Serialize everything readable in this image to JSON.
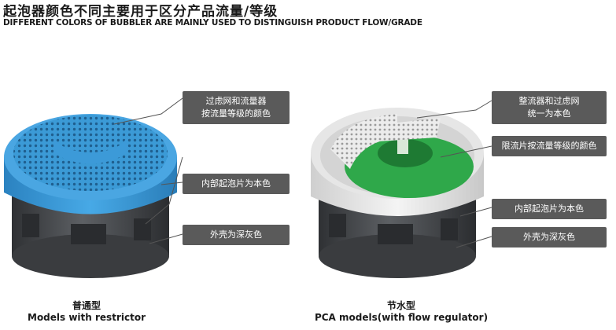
{
  "header": {
    "title_cn": "起泡器颜色不同主要用于区分产品流量/等级",
    "title_en": "DIFFERENT COLORS OF BUBBLER ARE MAINLY USED TO DISTINGUISH PRODUCT FLOW/GRADE"
  },
  "left_product": {
    "image": "bubbler-blue-icon",
    "callouts": [
      {
        "lines": [
          "过虑网和流量器",
          "按流量等级的颜色"
        ]
      },
      {
        "lines": [
          "内部起泡片为本色"
        ]
      },
      {
        "lines": [
          "外壳为深灰色"
        ]
      }
    ],
    "caption_cn": "普通型",
    "caption_en": "Models with restrictor"
  },
  "right_product": {
    "image": "bubbler-pca-green-icon",
    "callouts": [
      {
        "lines": [
          "整流器和过虑网",
          "统一为本色"
        ]
      },
      {
        "lines": [
          "限流片按流量等级的颜色"
        ]
      },
      {
        "lines": [
          "内部起泡片为本色"
        ]
      },
      {
        "lines": [
          "外壳为深灰色"
        ]
      }
    ],
    "caption_cn": "节水型",
    "caption_en": "PCA models(with flow regulator)"
  },
  "colors": {
    "blue": "#3b9ad6",
    "green": "#2fa84a",
    "shell": "#4a4d51",
    "callout_bg": "#5a5a5a"
  }
}
